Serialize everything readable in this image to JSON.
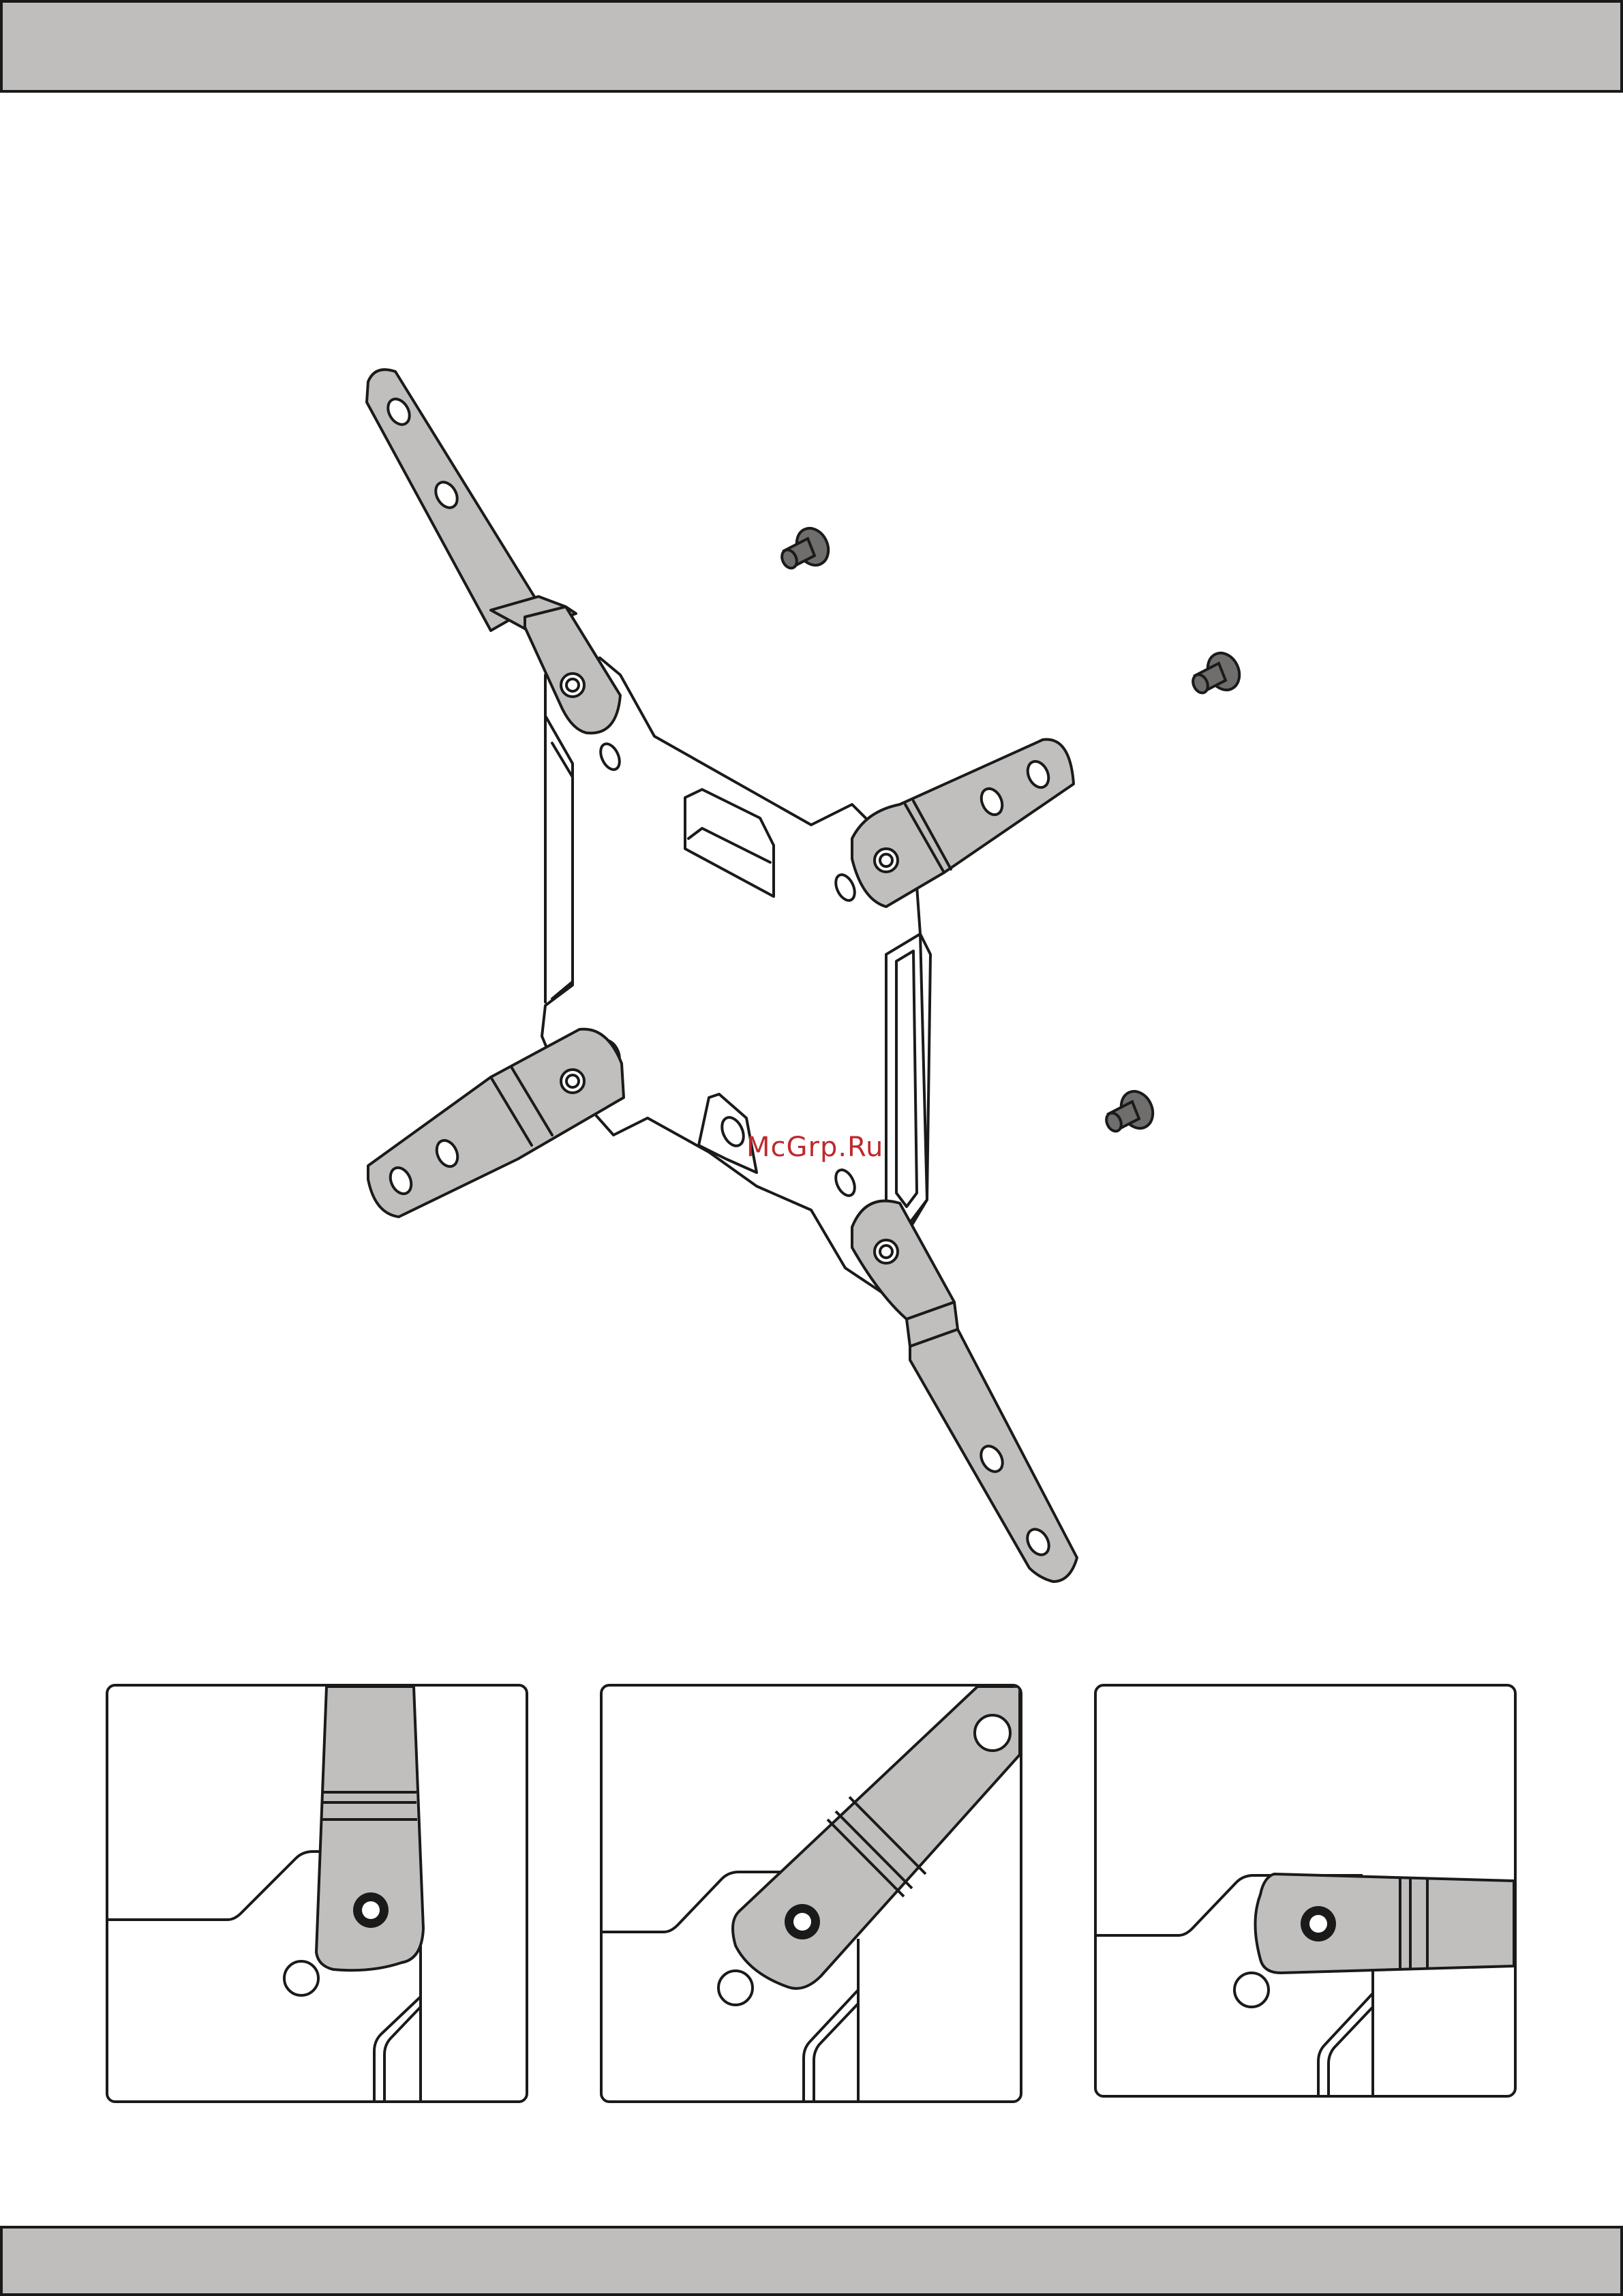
{
  "watermark": {
    "text": "McGrp.Ru"
  },
  "colors": {
    "band_fill": "#bfbebc",
    "arm_fill": "#c0bfbd",
    "screw_fill": "#6f6e6c",
    "outline": "#1a1a1a",
    "watermark": "#c0282c"
  },
  "figure": {
    "parts": [
      "mounting-plate",
      "adapter-arm",
      "screw"
    ],
    "arm_count": 4,
    "screw_count": 3
  },
  "detail_panels": [
    {
      "id": "panel-1",
      "arm_orientation": "vertical"
    },
    {
      "id": "panel-2",
      "arm_orientation": "diagonal"
    },
    {
      "id": "panel-3",
      "arm_orientation": "horizontal"
    }
  ]
}
